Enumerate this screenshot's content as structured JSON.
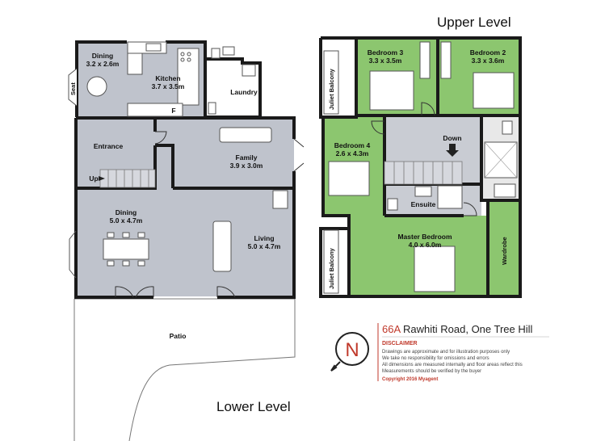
{
  "levels": {
    "upper": "Upper Level",
    "lower": "Lower Level"
  },
  "lower_rooms": {
    "dining_small": {
      "name": "Dining",
      "size": "3.2 x 2.6m"
    },
    "kitchen": {
      "name": "Kitchen",
      "size": "3.7 x 3.5m"
    },
    "laundry": {
      "name": "Laundry"
    },
    "seat": {
      "name": "Seat"
    },
    "fridge": {
      "name": "F"
    },
    "entrance": {
      "name": "Entrance"
    },
    "up": {
      "name": "Up"
    },
    "family": {
      "name": "Family",
      "size": "3.9 x 3.0m"
    },
    "dining": {
      "name": "Dining",
      "size": "5.0 x 4.7m"
    },
    "living": {
      "name": "Living",
      "size": "5.0 x 4.7m"
    },
    "patio": {
      "name": "Patio"
    }
  },
  "upper_rooms": {
    "juliet_top": {
      "name": "Juliet Balcony"
    },
    "bedroom3": {
      "name": "Bedroom 3",
      "size": "3.3 x 3.5m"
    },
    "bedroom2": {
      "name": "Bedroom 2",
      "size": "3.3 x 3.6m"
    },
    "bedroom4": {
      "name": "Bedroom 4",
      "size": "2.6 x 4.3m"
    },
    "down": {
      "name": "Down"
    },
    "ensuite": {
      "name": "Ensuite"
    },
    "master": {
      "name": "Master Bedroom",
      "size": "4.0 x 6.0m"
    },
    "wardrobe": {
      "name": "Wardrobe"
    },
    "juliet_bottom": {
      "name": "Juliet Balcony"
    }
  },
  "compass": {
    "letter": "N"
  },
  "info": {
    "number": "66A",
    "street": " Rawhiti Road, One Tree Hill",
    "disclaimer_title": "DISCLAIMER",
    "disclaimer_lines": [
      "Drawings are approximate and for illustration purposes only",
      "We take no responsibility for omissions and errors",
      "All dimensions are measured internally and floor areas reflect this",
      "Measurements should be verified by the buyer"
    ],
    "copyright": "Copyright 2016   Myagent"
  },
  "colors": {
    "lower_floor": "#bfc3cc",
    "upper_floor": "#8cc66f",
    "stair_floor": "#c9ccd3",
    "wall": "#1a1a1a",
    "accent": "#c0392b"
  }
}
